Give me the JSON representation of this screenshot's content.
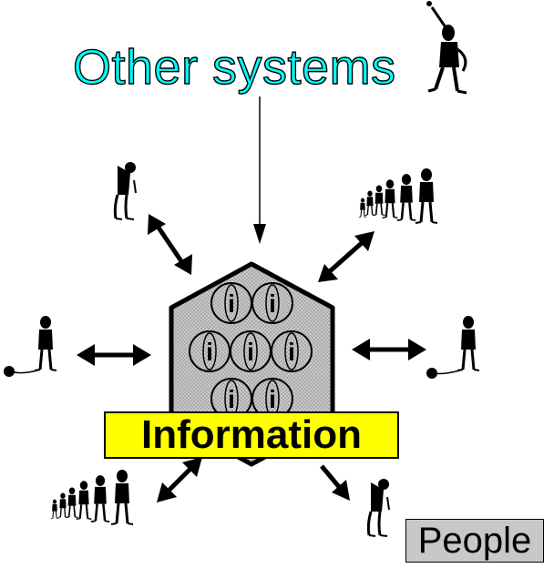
{
  "diagram": {
    "title": "Other systems",
    "center_label": "Information",
    "people_label": "People",
    "hub_cell_glyph": "i",
    "icons": {
      "pointing_person": "pointing-person-icon",
      "single_person": "person-icon",
      "group": "people-group-icon",
      "ball_and_chain_person": "person-ball-and-chain-icon"
    },
    "colors": {
      "title_fill": "#00ffff",
      "center_label_bg": "#ffff00",
      "people_label_bg": "#c8c8c8",
      "hub_fill": "#bdbdbd",
      "ink": "#000000"
    }
  }
}
